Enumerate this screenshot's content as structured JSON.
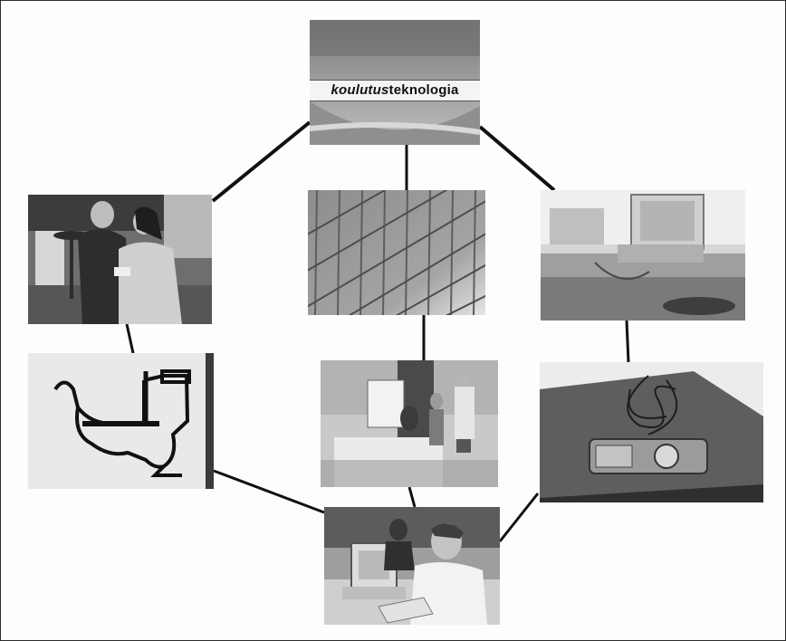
{
  "sign": {
    "word_italic": "koulutus",
    "word_rest": "teknologia"
  },
  "palette": {
    "line": "#111111",
    "frame": "#2b2b2b",
    "photo_dark": "#3a3a3a",
    "photo_mid": "#8a8a8a",
    "photo_light": "#dcdcdc"
  },
  "photos": [
    {
      "id": "sign-photo",
      "depicts": "sign"
    },
    {
      "id": "people-photo",
      "depicts": "two women looking at a device"
    },
    {
      "id": "fence-photo",
      "depicts": "wire mesh fence"
    },
    {
      "id": "computer-desk-photo",
      "depicts": "computer on desk"
    },
    {
      "id": "toilet-sign-photo",
      "depicts": "toilet pictogram"
    },
    {
      "id": "classroom-photo",
      "depicts": "classroom with flipchart"
    },
    {
      "id": "mobile-device-photo",
      "depicts": "handheld device with cables"
    },
    {
      "id": "computer-user-photo",
      "depicts": "man at computer"
    }
  ]
}
